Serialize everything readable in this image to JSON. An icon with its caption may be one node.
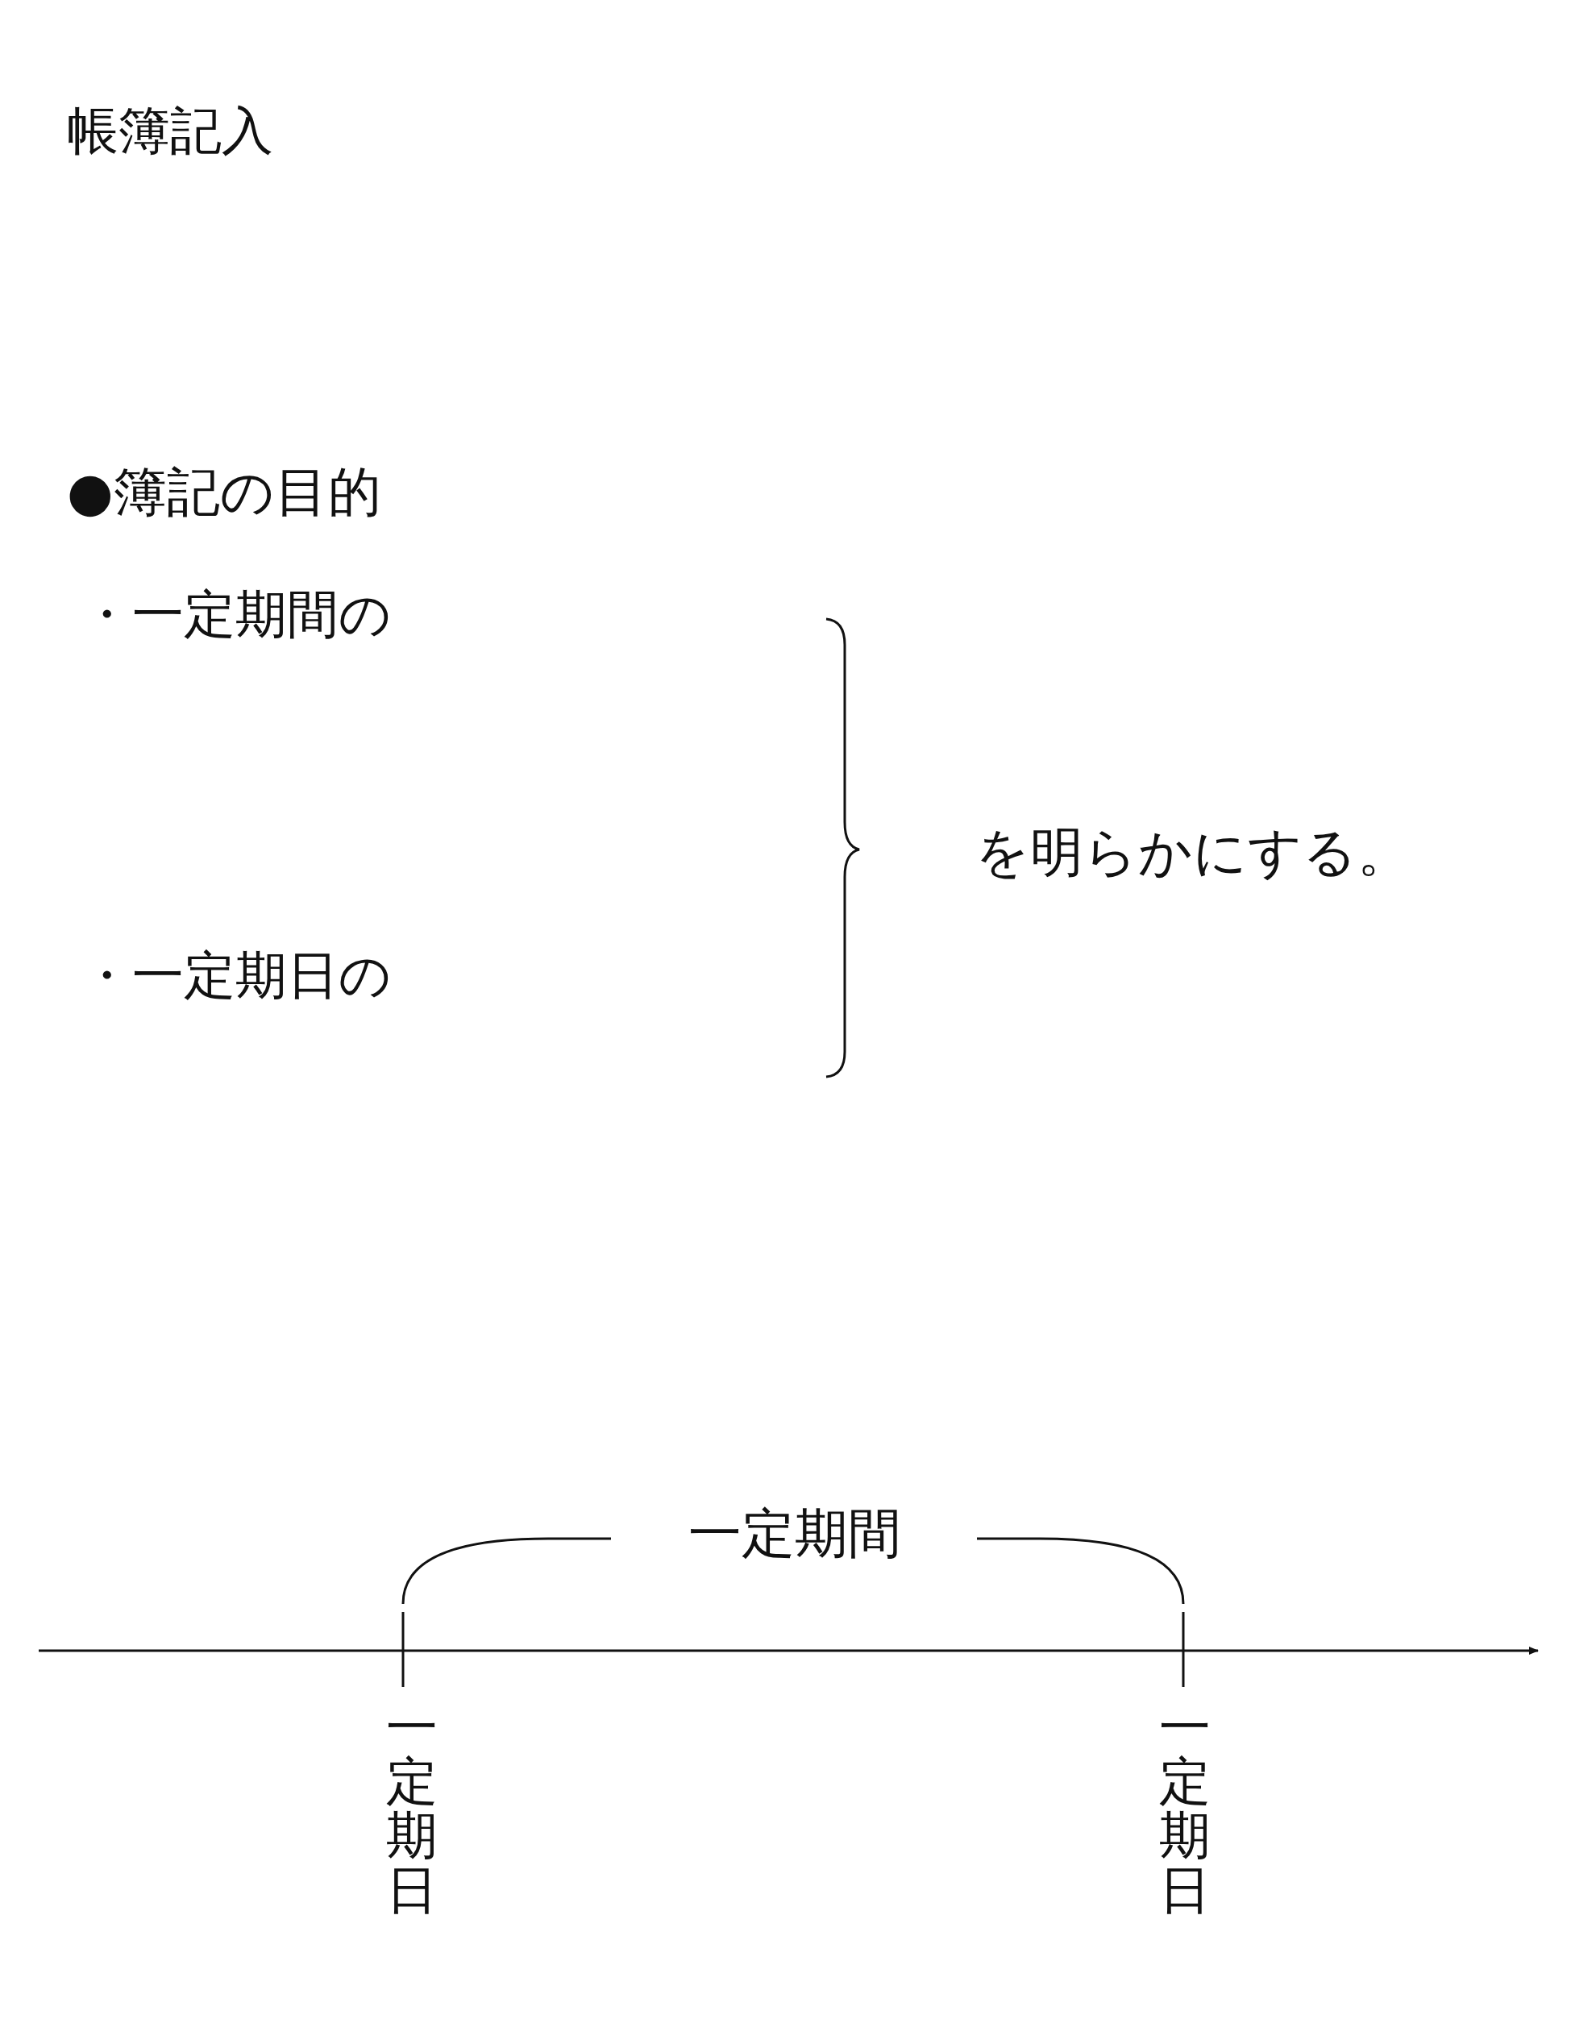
{
  "diagram": {
    "title": "帳簿記入",
    "labels": [
      "●簿記の目的",
      "・一定期間の",
      "・一定期日の",
      "を明らかにする。",
      "一定期間",
      "一定期日",
      "一定期日"
    ]
  }
}
